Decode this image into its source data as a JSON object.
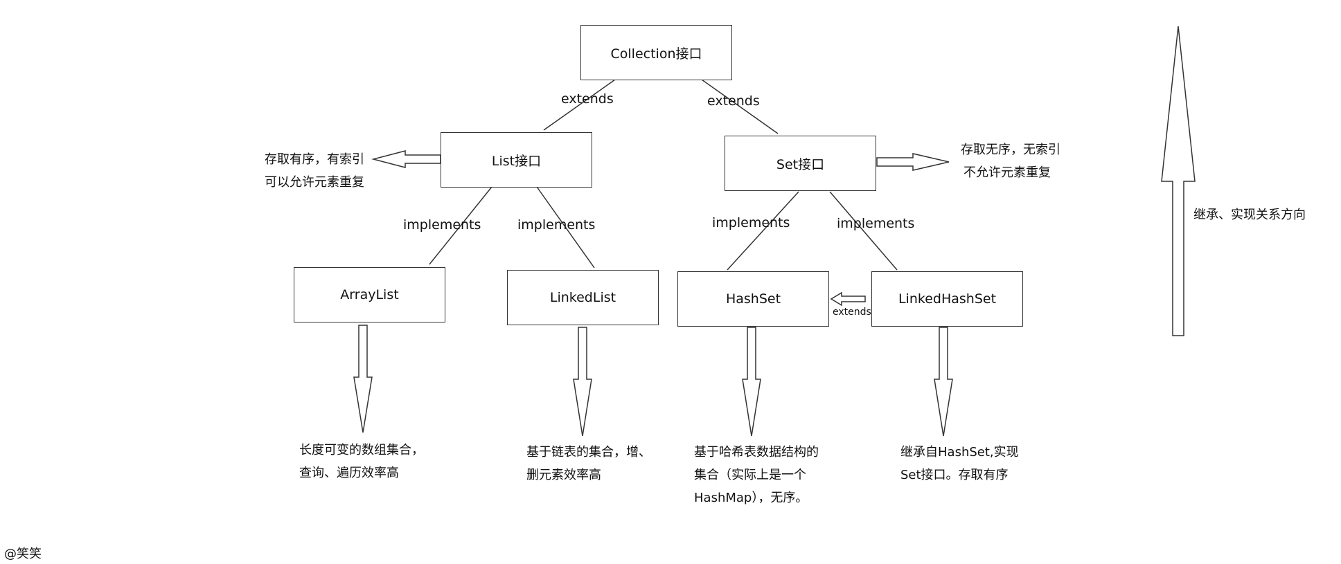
{
  "nodes": {
    "collection": "Collection接口",
    "list": "List接口",
    "set": "Set接口",
    "arraylist": "ArrayList",
    "linkedlist": "LinkedList",
    "hashset": "HashSet",
    "linkedhashset": "LinkedHashSet"
  },
  "edges": {
    "collection_list": "extends",
    "collection_set": "extends",
    "list_arraylist": "implements",
    "list_linkedlist": "implements",
    "set_hashset": "implements",
    "set_linkedhashset": "implements",
    "linkedhashset_hashset": "extends"
  },
  "notes": {
    "list": [
      "存取有序，有索引",
      "可以允许元素重复"
    ],
    "set": [
      "存取无序，无索引",
      "不允许元素重复"
    ],
    "arraylist": [
      "长度可变的数组集合，",
      "查询、遍历效率高"
    ],
    "linkedlist": [
      "基于链表的集合，增、",
      "删元素效率高"
    ],
    "hashset": [
      "基于哈希表数据结构的",
      "集合（实际上是一个",
      "HashMap），无序。"
    ],
    "linkedhashset": [
      "继承自HashSet,实现",
      "Set接口。存取有序"
    ]
  },
  "legend": "继承、实现关系方向",
  "signature": "@笑笑"
}
